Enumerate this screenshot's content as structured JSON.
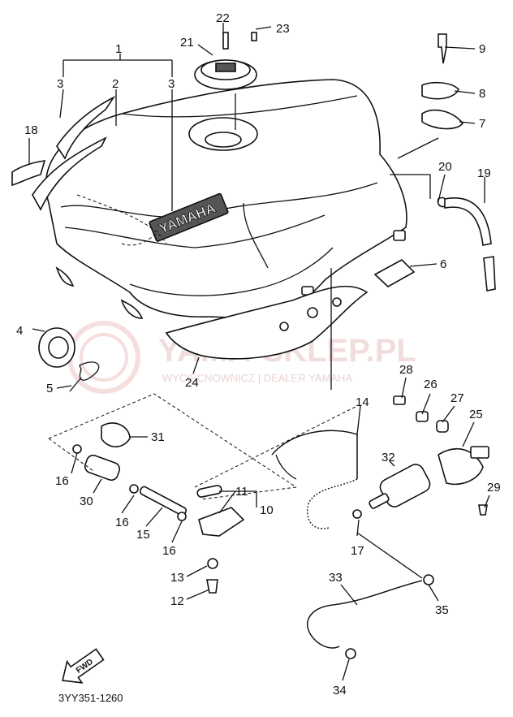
{
  "diagram": {
    "part_code": "3YY351-1260",
    "fwd_label": "FWD",
    "tank_logo": "YAMAHA",
    "watermark": {
      "brand": "YAMA-SKLEP.PL",
      "tagline": "WYCIECNOWNICZ | DEALER YAMAHA"
    },
    "callouts": [
      {
        "id": "1",
        "label": "1"
      },
      {
        "id": "2",
        "label": "2"
      },
      {
        "id": "3a",
        "label": "3"
      },
      {
        "id": "3b",
        "label": "3"
      },
      {
        "id": "4",
        "label": "4"
      },
      {
        "id": "5",
        "label": "5"
      },
      {
        "id": "6",
        "label": "6"
      },
      {
        "id": "7",
        "label": "7"
      },
      {
        "id": "8",
        "label": "8"
      },
      {
        "id": "9",
        "label": "9"
      },
      {
        "id": "10",
        "label": "10"
      },
      {
        "id": "11",
        "label": "11"
      },
      {
        "id": "12",
        "label": "12"
      },
      {
        "id": "13",
        "label": "13"
      },
      {
        "id": "14",
        "label": "14"
      },
      {
        "id": "15",
        "label": "15"
      },
      {
        "id": "16a",
        "label": "16"
      },
      {
        "id": "16b",
        "label": "16"
      },
      {
        "id": "16c",
        "label": "16"
      },
      {
        "id": "17",
        "label": "17"
      },
      {
        "id": "18",
        "label": "18"
      },
      {
        "id": "19",
        "label": "19"
      },
      {
        "id": "20",
        "label": "20"
      },
      {
        "id": "21",
        "label": "21"
      },
      {
        "id": "22",
        "label": "22"
      },
      {
        "id": "23",
        "label": "23"
      },
      {
        "id": "24",
        "label": "24"
      },
      {
        "id": "25",
        "label": "25"
      },
      {
        "id": "26",
        "label": "26"
      },
      {
        "id": "27",
        "label": "27"
      },
      {
        "id": "28",
        "label": "28"
      },
      {
        "id": "29",
        "label": "29"
      },
      {
        "id": "30",
        "label": "30"
      },
      {
        "id": "31",
        "label": "31"
      },
      {
        "id": "32",
        "label": "32"
      },
      {
        "id": "33",
        "label": "33"
      },
      {
        "id": "34",
        "label": "34"
      },
      {
        "id": "35",
        "label": "35"
      }
    ]
  }
}
